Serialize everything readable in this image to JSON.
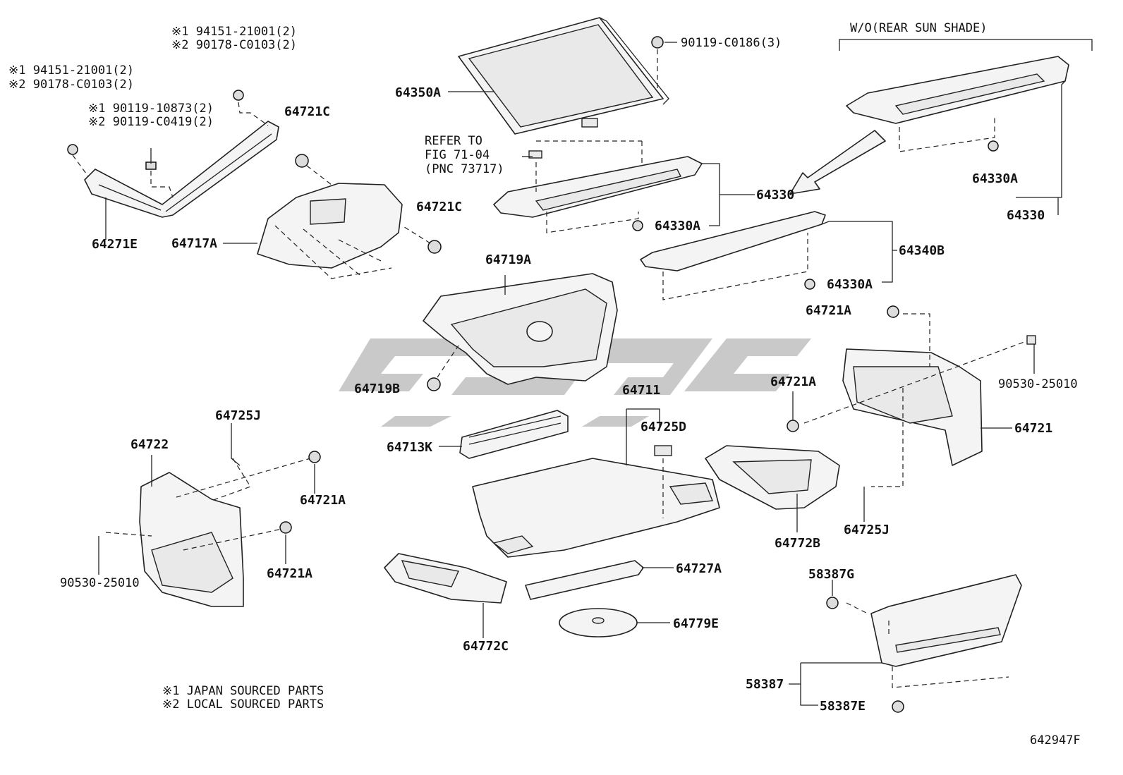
{
  "diagram": {
    "header_wo": "W/O(REAR SUN SHADE)",
    "refer": [
      "REFER TO",
      "FIG 71-04",
      "(PNC 73717)"
    ],
    "notes": [
      "※1 JAPAN SOURCED PARTS",
      "※2 LOCAL SOURCED PARTS"
    ],
    "figure_id": "642947F",
    "callouts": {
      "c1a": "※1 94151-21001(2)",
      "c1b": "※2 90178-C0103(2)",
      "c2a": "※1 94151-21001(2)",
      "c2b": "※2 90178-C0103(2)",
      "c3a": "※1 90119-10873(2)",
      "c3b": "※2 90119-C0419(2)",
      "c4": "90119-C0186(3)"
    },
    "parts": {
      "p64271E": "64271E",
      "p64717A": "64717A",
      "p64721C_1": "64721C",
      "p64721C_2": "64721C",
      "p64350A": "64350A",
      "p64330_1": "64330",
      "p64330A_1": "64330A",
      "p64330A_2": "64330A",
      "p64330_2": "64330",
      "p64330A_3": "64330A",
      "p64340B": "64340B",
      "p64719A": "64719A",
      "p64719B": "64719B",
      "p64721A_1": "64721A",
      "p64721A_2": "64721A",
      "p64721": "64721",
      "p90530_1": "90530-25010",
      "p64711": "64711",
      "p64725D": "64725D",
      "p64713K": "64713K",
      "p64725J_1": "64725J",
      "p64722": "64722",
      "p64721A_3": "64721A",
      "p64721A_4": "64721A",
      "p90530_2": "90530-25010",
      "p64772B": "64772B",
      "p64725J_2": "64725J",
      "p64727A": "64727A",
      "p64772C": "64772C",
      "p64779E": "64779E",
      "p58387G": "58387G",
      "p58387": "58387",
      "p58387E": "58387E"
    }
  }
}
